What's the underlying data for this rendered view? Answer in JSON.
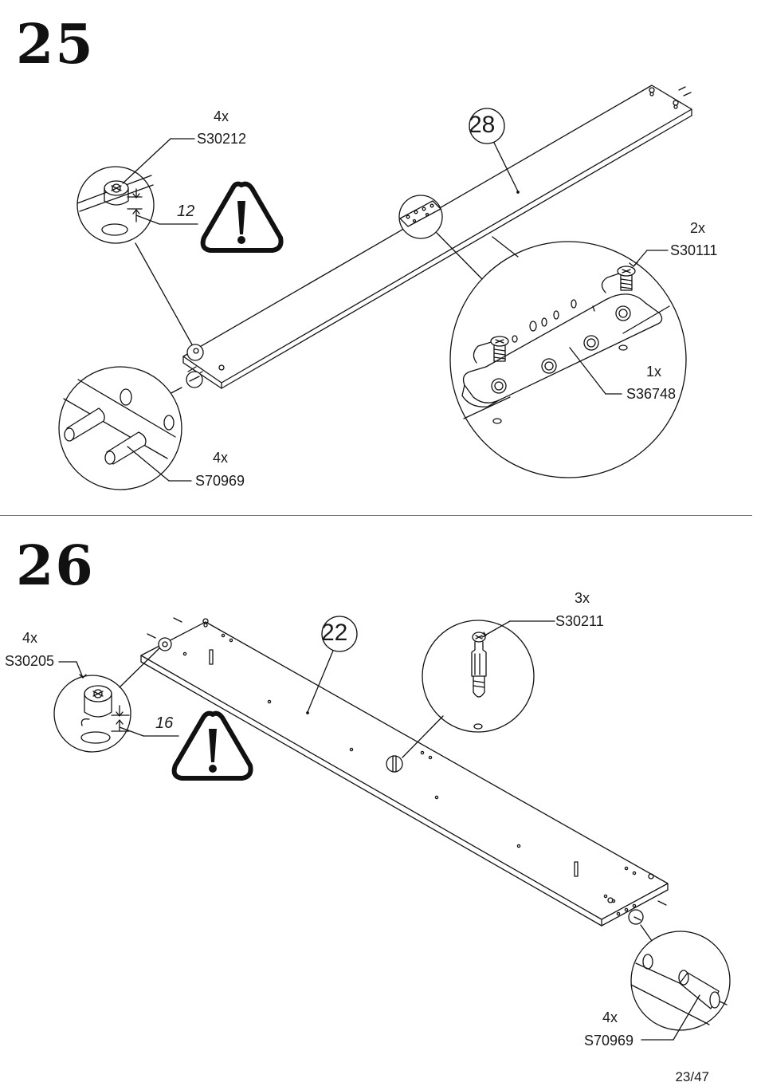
{
  "page": "23/47",
  "steps": [
    {
      "number": "25",
      "panel_number": "28",
      "dimension": "12",
      "callouts": [
        {
          "qty": "4x",
          "code": "S30212"
        },
        {
          "qty": "2x",
          "code": "S30111"
        },
        {
          "qty": "1x",
          "code": "S36748"
        },
        {
          "qty": "4x",
          "code": "S70969"
        }
      ]
    },
    {
      "number": "26",
      "panel_number": "22",
      "dimension": "16",
      "callouts": [
        {
          "qty": "4x",
          "code": "S30205"
        },
        {
          "qty": "3x",
          "code": "S30211"
        },
        {
          "qty": "4x",
          "code": "S70969"
        }
      ]
    }
  ],
  "icons": [
    "warning-icon",
    "cam-lock-icon",
    "dowel-icon",
    "screw-icon",
    "connector-plate-icon",
    "cam-bolt-icon"
  ]
}
